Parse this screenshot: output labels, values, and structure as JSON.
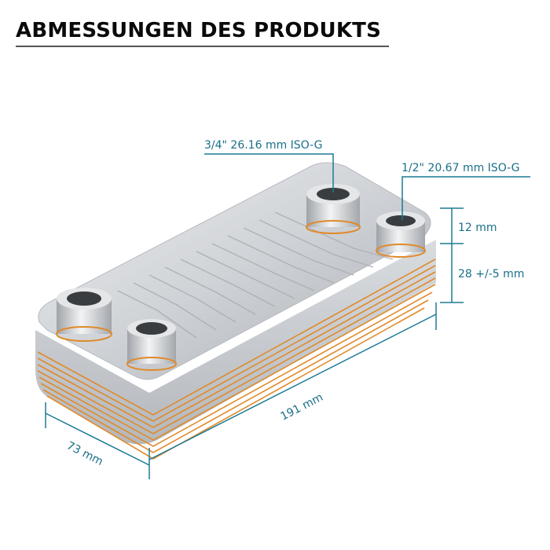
{
  "header": {
    "title": "ABMESSUNGEN DES PRODUKTS"
  },
  "colors": {
    "dimension": "#1a7a94",
    "copper": "#e08a2a",
    "steel": "#c9ccd0",
    "title": "#0a0a0a"
  },
  "product": {
    "name": "plate-heat-exchanger",
    "connections": 4
  },
  "dimensions": {
    "port_large": "3/4\" 26.16 mm ISO-G",
    "port_small": "1/2\" 20.67 mm ISO-G",
    "thread_height": "12 mm",
    "body_height": "28 +/-5 mm",
    "length": "191 mm",
    "width": "73 mm"
  }
}
